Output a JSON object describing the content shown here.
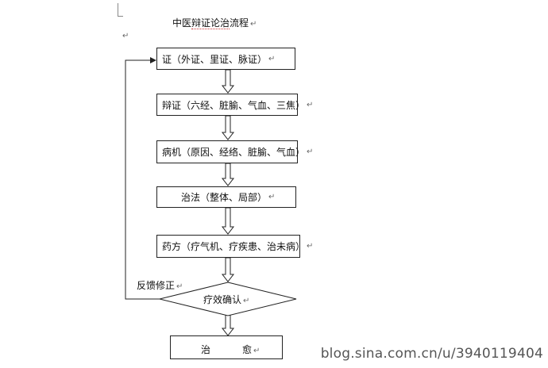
{
  "title": {
    "prefix": "中医",
    "underlined": "辩证论治",
    "suffix": "流程"
  },
  "paragraph_mark": "↵",
  "nodes": [
    {
      "id": "zheng",
      "label": "证（外证、里证、脉证）"
    },
    {
      "id": "bianzheng",
      "label": "辩证（六经、脏腧、气血、三焦）"
    },
    {
      "id": "bingji",
      "label": "病机（原因、经络、脏腧、气血）"
    },
    {
      "id": "zhifa",
      "label": "治法（整体、局部）"
    },
    {
      "id": "yaofang",
      "label": "药方（疗气机、疗疾患、治未病）"
    }
  ],
  "decision": {
    "label": "疗效确认"
  },
  "feedback": {
    "label": "反馈修正"
  },
  "final": {
    "left": "治",
    "right": "愈"
  },
  "watermark": "blog.sina.com.cn/u/3940119404"
}
